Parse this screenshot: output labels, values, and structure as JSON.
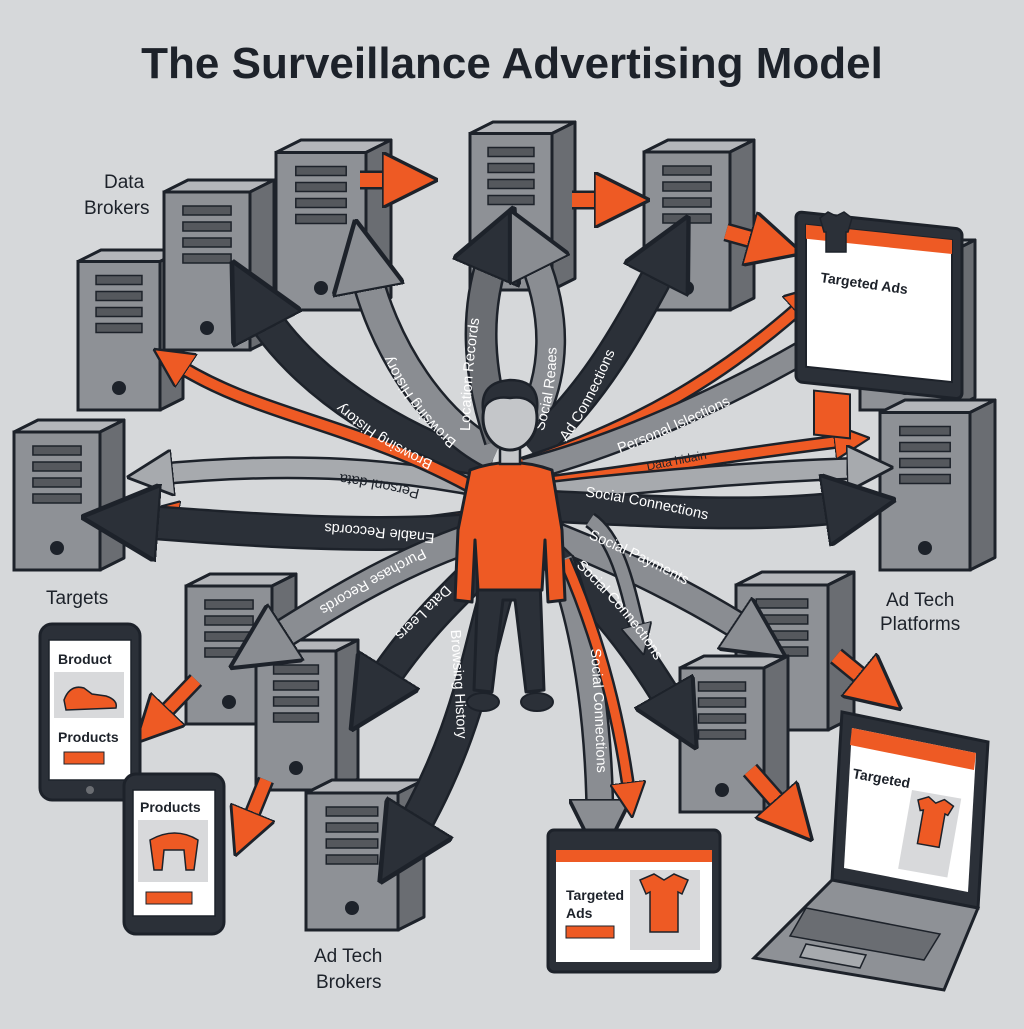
{
  "title": "The Surveillance Advertising Model",
  "regions": {
    "data_brokers": [
      "Data",
      "Brokers"
    ],
    "targets": "Targets",
    "ad_tech_platforms": [
      "Ad Tech",
      "Platforms"
    ],
    "ad_tech_brokers": [
      "Ad Tech",
      "Brokers"
    ]
  },
  "flows": {
    "browsing_history_a": "Browsing History",
    "browsing_history_b": "Browsing History",
    "location_records": "Location Records",
    "social_reaes": "Social Reaes",
    "ad_connections": "Ad Connections",
    "personal_islections": "Personal Islections",
    "data_hidain": "Data hidain",
    "personl_data": "Personl data",
    "enable_records": "Enable Reccords",
    "social_connections_a": "Social Connections",
    "purchase_records": "Purchase Records",
    "social_payments": "Social Payments",
    "social_connections_b": "Social Connections",
    "data_leers": "Data Leers",
    "browsing_history_c": "Browsing History",
    "social_connections_c": "Social Connections"
  },
  "devices": {
    "monitor_ad": "Targeted Ads",
    "phone1_top": "Broduct",
    "phone1_bottom": "Products",
    "phone2_top": "Products",
    "laptop_ad": "Targeted",
    "browser_ad": [
      "Targeted",
      "Ads"
    ]
  },
  "colors": {
    "accent": "#ee5a24",
    "dark": "#2b3038",
    "server": "#8e9196",
    "background": "#d6d8da"
  }
}
